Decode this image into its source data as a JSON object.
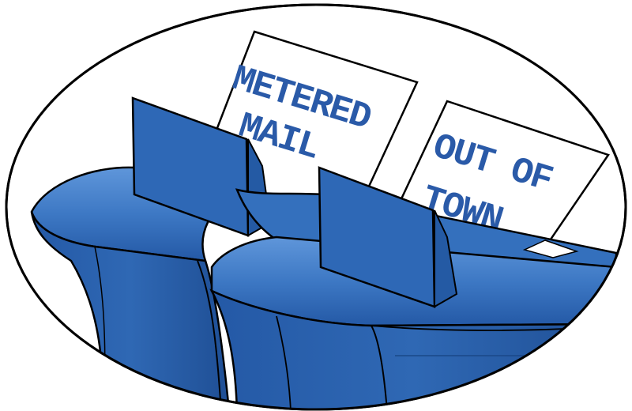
{
  "illustration": {
    "subject": "mailbox slots",
    "signs": [
      {
        "line1": "METERED",
        "line2": "MAIL"
      },
      {
        "line1": "OUT OF",
        "line2": "TOWN"
      }
    ]
  },
  "colors": {
    "mailbox_blue": "#2e6ab8",
    "mailbox_dark": "#1f4f95",
    "mailbox_light": "#5b92d6",
    "sign_text": "#2a5aa8",
    "outline": "#000000",
    "background": "#ffffff"
  }
}
